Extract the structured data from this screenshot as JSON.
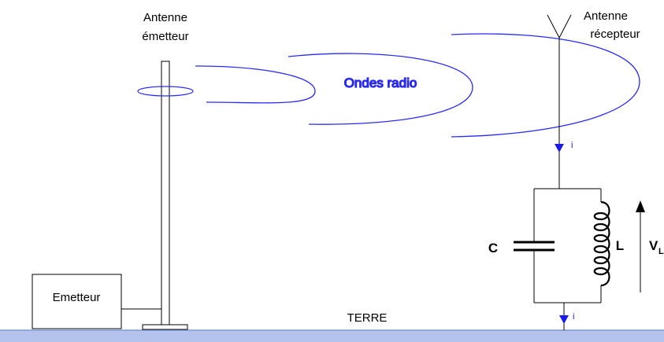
{
  "labels": {
    "tx_antenna_line1": "Antenne",
    "tx_antenna_line2": "émetteur",
    "rx_antenna_line1": "Antenne",
    "rx_antenna_line2": "récepteur",
    "waves": "Ondes radio",
    "emitter": "Emetteur",
    "ground": "TERRE",
    "capacitor": "C",
    "inductor": "L",
    "voltage_main": "V",
    "voltage_sub": "L",
    "current_top": "i",
    "current_bottom": "i"
  },
  "colors": {
    "wave": "#2a2af5",
    "current_arrow": "#1a1af0",
    "ground_fill": "#b3c3ec",
    "ground_line": "#7f97d9",
    "line": "#000000"
  }
}
